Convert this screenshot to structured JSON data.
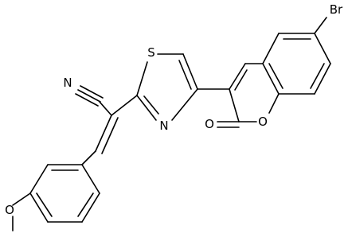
{
  "labels": {
    "bromine": "Br",
    "sulfur": "S",
    "nitrogen_ring": "N",
    "nitrogen_nitrile": "N",
    "oxygen_ring": "O",
    "oxygen_carbonyl": "O",
    "oxygen_methoxy": "O"
  }
}
